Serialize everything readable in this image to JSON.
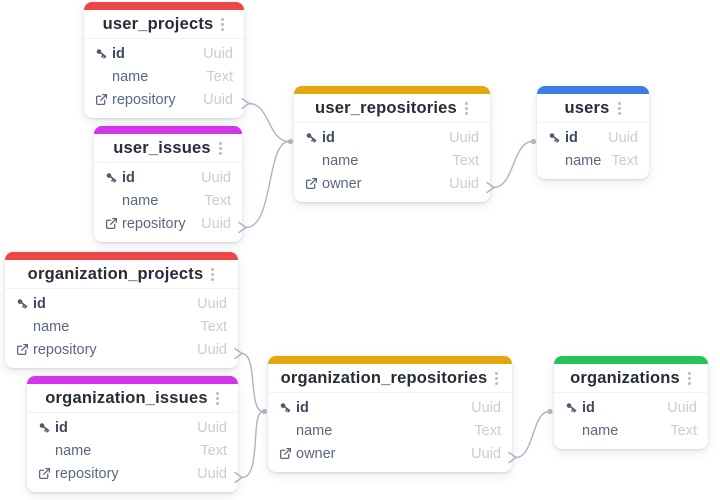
{
  "colors": {
    "red": "#ee4545",
    "magenta": "#d335e8",
    "gold": "#e5a50c",
    "blue": "#3c7ce5",
    "green": "#27c358",
    "connector": "#aab4c8"
  },
  "tables": [
    {
      "title": "user_projects",
      "accent": "red",
      "fields": [
        {
          "icon": "primary-key",
          "name": "id",
          "type": "Uuid"
        },
        {
          "icon": "",
          "name": "name",
          "type": "Text"
        },
        {
          "icon": "foreign-key",
          "name": "repository",
          "type": "Uuid"
        }
      ]
    },
    {
      "title": "user_issues",
      "accent": "magenta",
      "fields": [
        {
          "icon": "primary-key",
          "name": "id",
          "type": "Uuid"
        },
        {
          "icon": "",
          "name": "name",
          "type": "Text"
        },
        {
          "icon": "foreign-key",
          "name": "repository",
          "type": "Uuid"
        }
      ]
    },
    {
      "title": "user_repositories",
      "accent": "gold",
      "fields": [
        {
          "icon": "primary-key",
          "name": "id",
          "type": "Uuid"
        },
        {
          "icon": "",
          "name": "name",
          "type": "Text"
        },
        {
          "icon": "foreign-key",
          "name": "owner",
          "type": "Uuid"
        }
      ]
    },
    {
      "title": "users",
      "accent": "blue",
      "fields": [
        {
          "icon": "primary-key",
          "name": "id",
          "type": "Uuid"
        },
        {
          "icon": "",
          "name": "name",
          "type": "Text"
        }
      ]
    },
    {
      "title": "organization_projects",
      "accent": "red",
      "fields": [
        {
          "icon": "primary-key",
          "name": "id",
          "type": "Uuid"
        },
        {
          "icon": "",
          "name": "name",
          "type": "Text"
        },
        {
          "icon": "foreign-key",
          "name": "repository",
          "type": "Uuid"
        }
      ]
    },
    {
      "title": "organization_issues",
      "accent": "magenta",
      "fields": [
        {
          "icon": "primary-key",
          "name": "id",
          "type": "Uuid"
        },
        {
          "icon": "",
          "name": "name",
          "type": "Text"
        },
        {
          "icon": "foreign-key",
          "name": "repository",
          "type": "Uuid"
        }
      ]
    },
    {
      "title": "organization_repositories",
      "accent": "gold",
      "fields": [
        {
          "icon": "primary-key",
          "name": "id",
          "type": "Uuid"
        },
        {
          "icon": "",
          "name": "name",
          "type": "Text"
        },
        {
          "icon": "foreign-key",
          "name": "owner",
          "type": "Uuid"
        }
      ]
    },
    {
      "title": "organizations",
      "accent": "green",
      "fields": [
        {
          "icon": "primary-key",
          "name": "id",
          "type": "Uuid"
        },
        {
          "icon": "",
          "name": "name",
          "type": "Text"
        }
      ]
    }
  ],
  "relations": [
    {
      "from": "user_projects.repository",
      "to": "user_repositories.id"
    },
    {
      "from": "user_issues.repository",
      "to": "user_repositories.id"
    },
    {
      "from": "user_repositories.owner",
      "to": "users.id"
    },
    {
      "from": "organization_projects.repository",
      "to": "organization_repositories.id"
    },
    {
      "from": "organization_issues.repository",
      "to": "organization_repositories.id"
    },
    {
      "from": "organization_repositories.owner",
      "to": "organizations.id"
    }
  ]
}
